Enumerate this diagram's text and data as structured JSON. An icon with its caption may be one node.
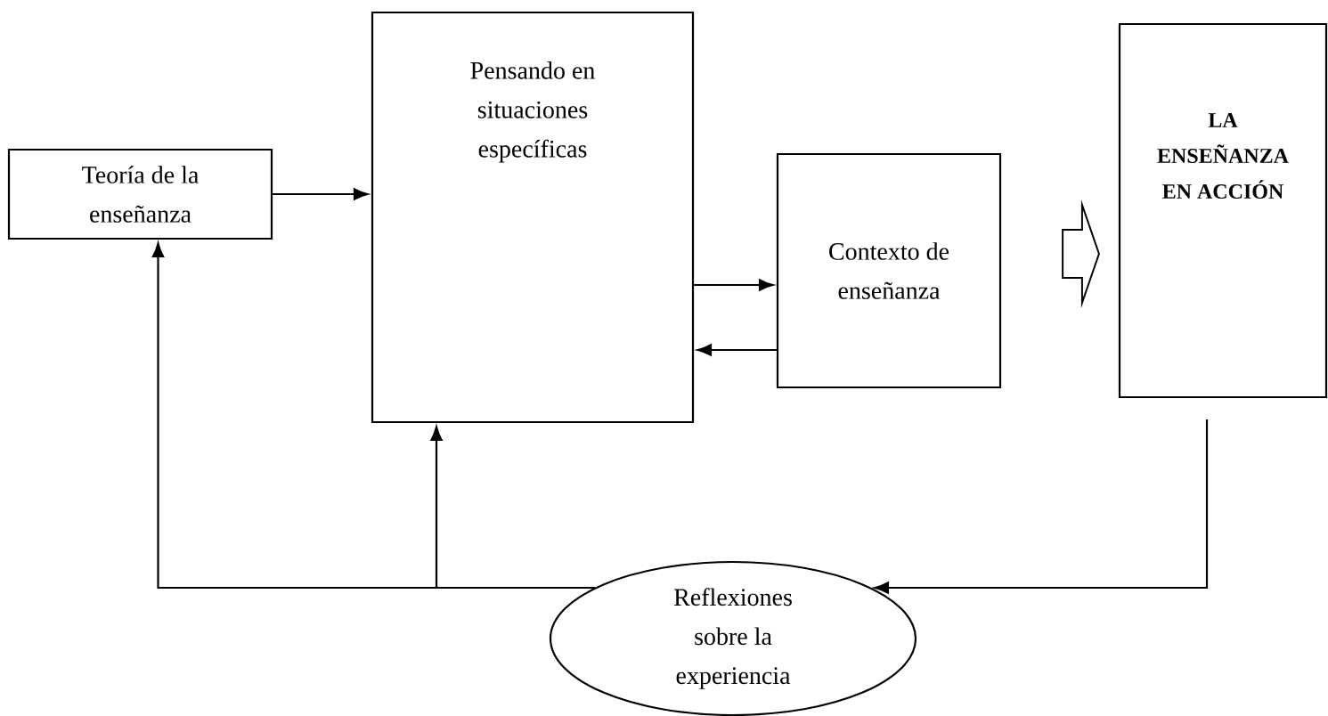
{
  "diagram": {
    "nodes": [
      {
        "text": [
          "Teoría de la enseñanza"
        ]
      },
      {
        "text": [
          "Pensando en situaciones específicas"
        ]
      },
      {
        "text": [
          "Contexto de enseñanza"
        ]
      },
      {
        "text": [
          "LA ENSEÑANZA EN ACCIÓN"
        ]
      },
      {
        "text": [
          "Reflexiones sobre la experiencia"
        ]
      }
    ],
    "edges": [
      {
        "from": 0,
        "to": 1,
        "arrow": "to"
      },
      {
        "from": 1,
        "to": 2,
        "arrow": "to"
      },
      {
        "from": 2,
        "to": 1,
        "arrow": "to"
      },
      {
        "from": 2,
        "to": 3,
        "arrow": "to",
        "style": "thick"
      },
      {
        "from": 3,
        "to": 4,
        "arrow": "to"
      },
      {
        "from": 4,
        "to": 0,
        "arrow": "to"
      },
      {
        "from": 4,
        "to": 1,
        "arrow": "to"
      }
    ]
  }
}
